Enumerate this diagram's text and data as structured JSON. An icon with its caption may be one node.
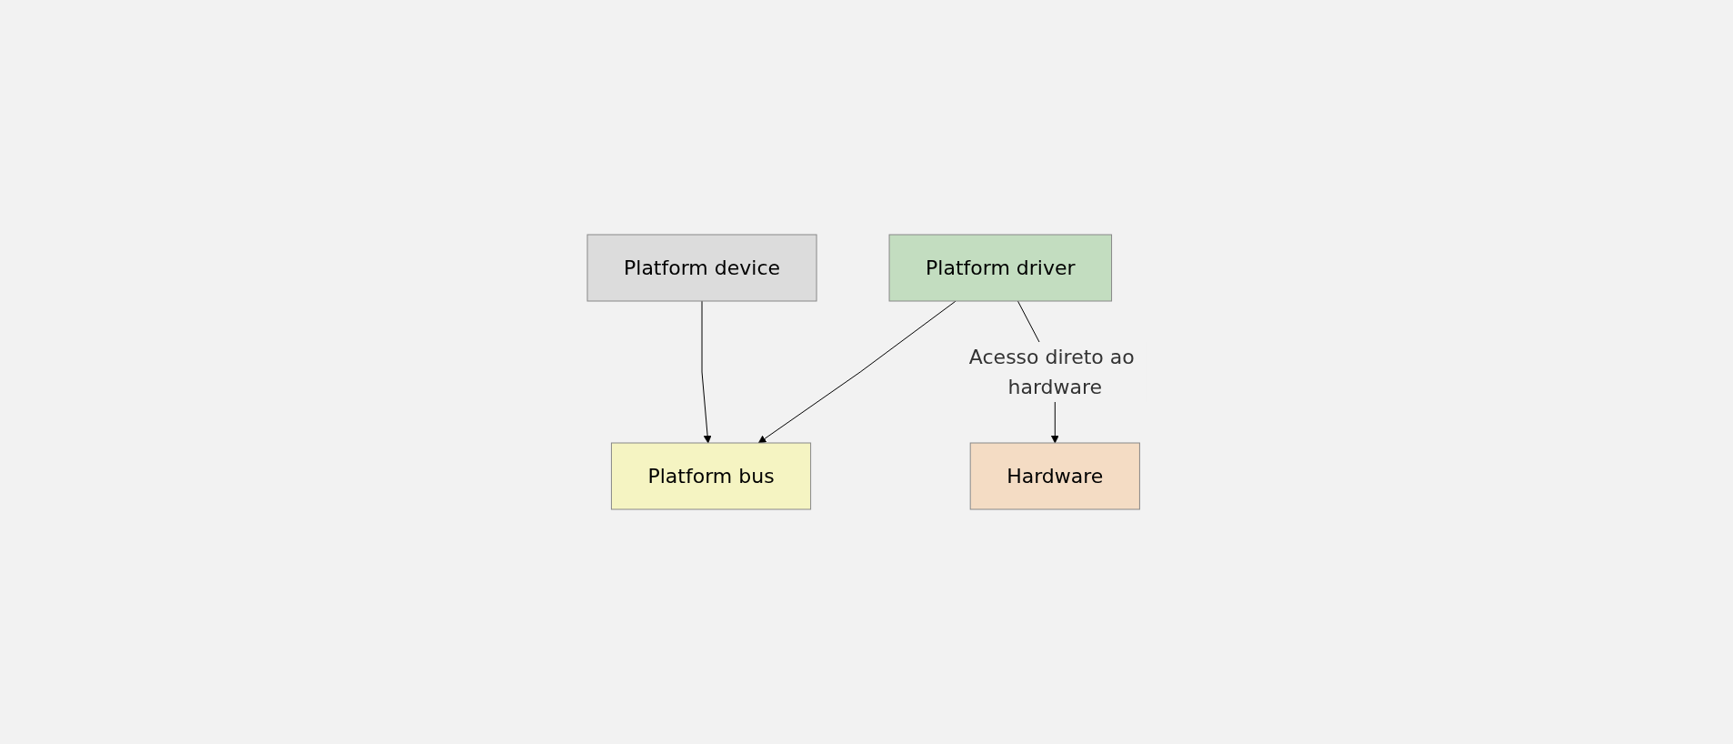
{
  "diagram": {
    "nodes": [
      {
        "text": [
          "Platform driver"
        ]
      },
      {
        "text": [
          "Platform device"
        ]
      },
      {
        "text": [
          "Platform bus"
        ]
      },
      {
        "text": [
          "Hardware"
        ]
      }
    ],
    "edges": [
      {
        "from": 1,
        "to": 2,
        "arrow": "to"
      },
      {
        "from": 0,
        "to": 2,
        "arrow": "to"
      },
      {
        "from": 0,
        "to": 3,
        "arrow": "to",
        "label": "Acesso direto ao hardware"
      }
    ]
  }
}
